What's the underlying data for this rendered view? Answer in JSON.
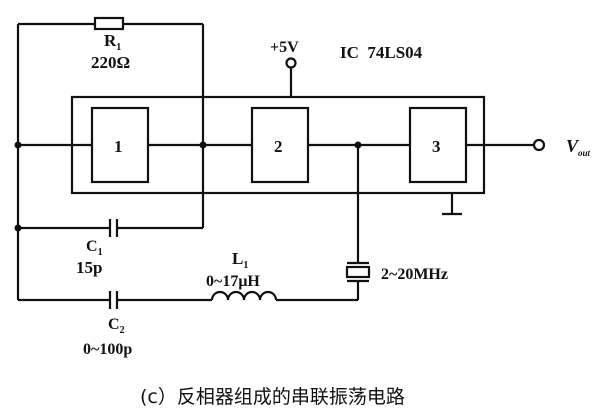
{
  "circuit": {
    "r1": {
      "name": "R",
      "sub": "1",
      "value": "220Ω"
    },
    "supply": "+5V",
    "ic": "IC  74LS04",
    "gates": [
      "1",
      "2",
      "3"
    ],
    "c1": {
      "name": "C",
      "sub": "1",
      "value": "15p"
    },
    "c2": {
      "name": "C",
      "sub": "2",
      "value": "0~100p"
    },
    "l1": {
      "name": "L",
      "sub": "1",
      "value": "0~17μH"
    },
    "crystal": "2~20MHz",
    "output": {
      "name": "V",
      "sub": "out"
    }
  },
  "caption": "(c）反相器组成的串联振荡电路"
}
